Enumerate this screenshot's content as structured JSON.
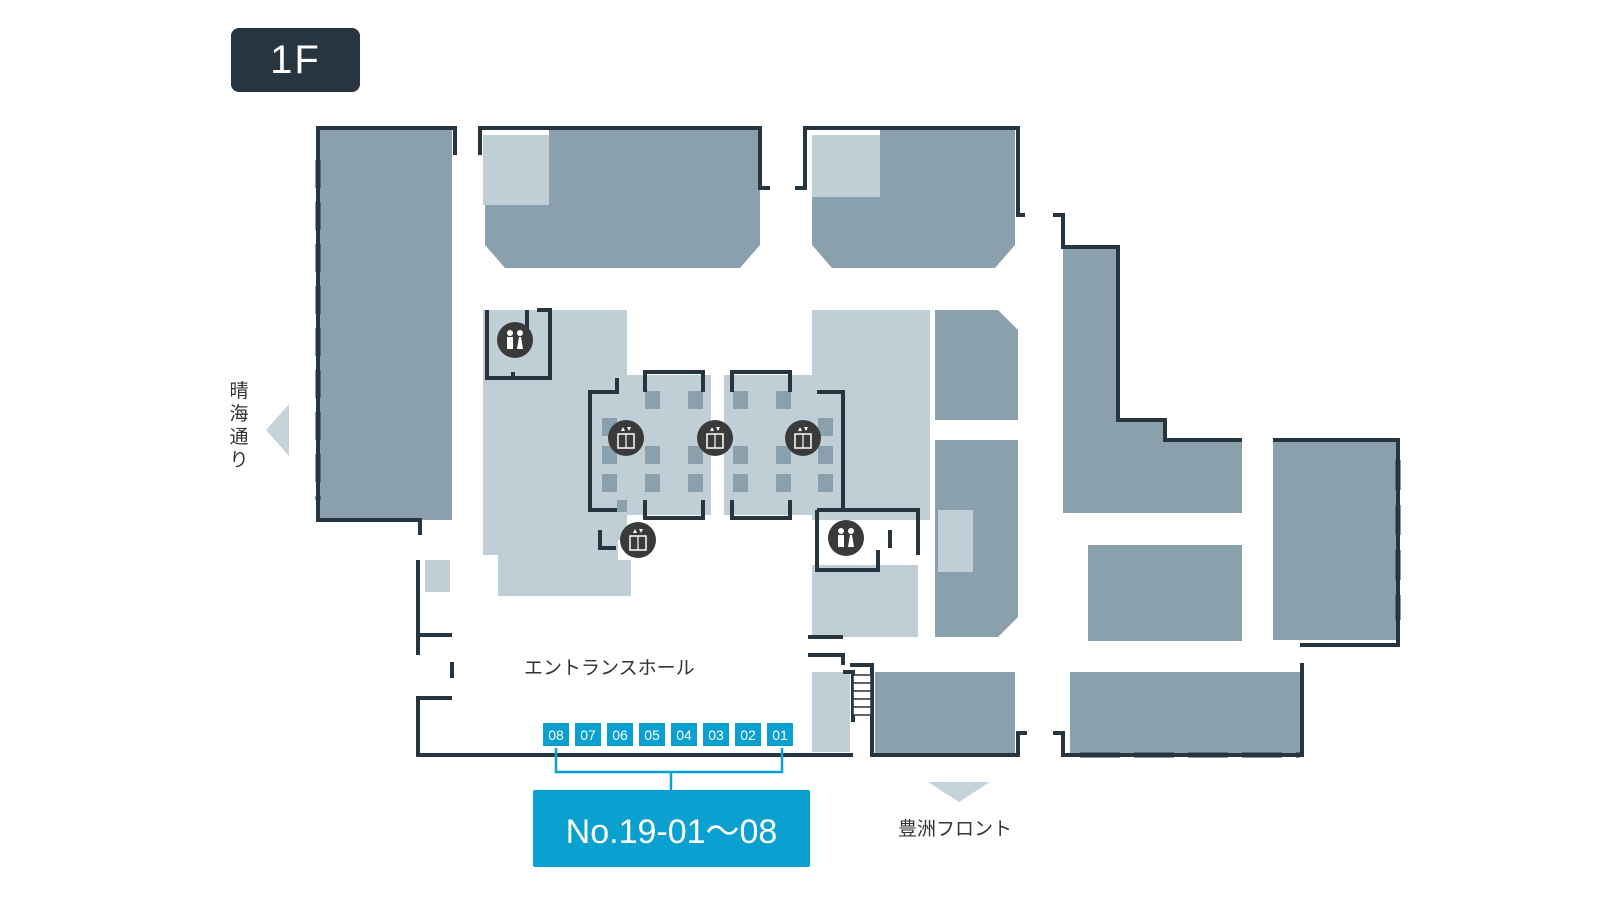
{
  "floor": {
    "label": "1F"
  },
  "labels": {
    "street_west": [
      "晴",
      "海",
      "通",
      "り"
    ],
    "entrance_hall": "エントランスホール",
    "toyosu_front": "豊洲フロント"
  },
  "locker_slots": [
    "08",
    "07",
    "06",
    "05",
    "04",
    "03",
    "02",
    "01"
  ],
  "locker_range": "No.19-01～08",
  "icons": {
    "restroom": "restroom-icon",
    "elevator": "elevator-icon",
    "direction": "triangle-arrow-icon"
  },
  "colors": {
    "wall": "#263540",
    "tenant": "#8aa1ad",
    "common": "#c0ced6",
    "highlight": "#0aa0cf",
    "arrow": "#c6d3da"
  }
}
